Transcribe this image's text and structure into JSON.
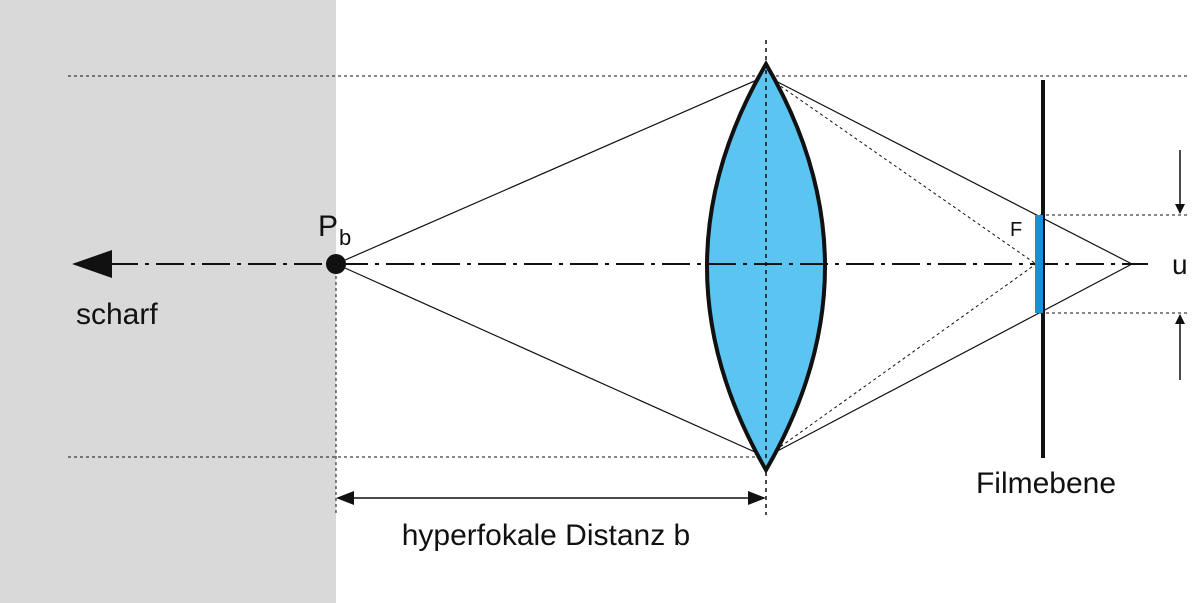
{
  "labels": {
    "point": "P",
    "point_sub": "b",
    "sharp": "scharf",
    "focus": "F",
    "circle": "u",
    "film_plane": "Filmebene",
    "hyperfocal": "hyperfokale Distanz b"
  },
  "colors": {
    "sharp_region": "#d9d9d9",
    "lens_fill": "#5bc4f1",
    "blur_circle": "#1a8fd1",
    "lines": "#111111"
  }
}
